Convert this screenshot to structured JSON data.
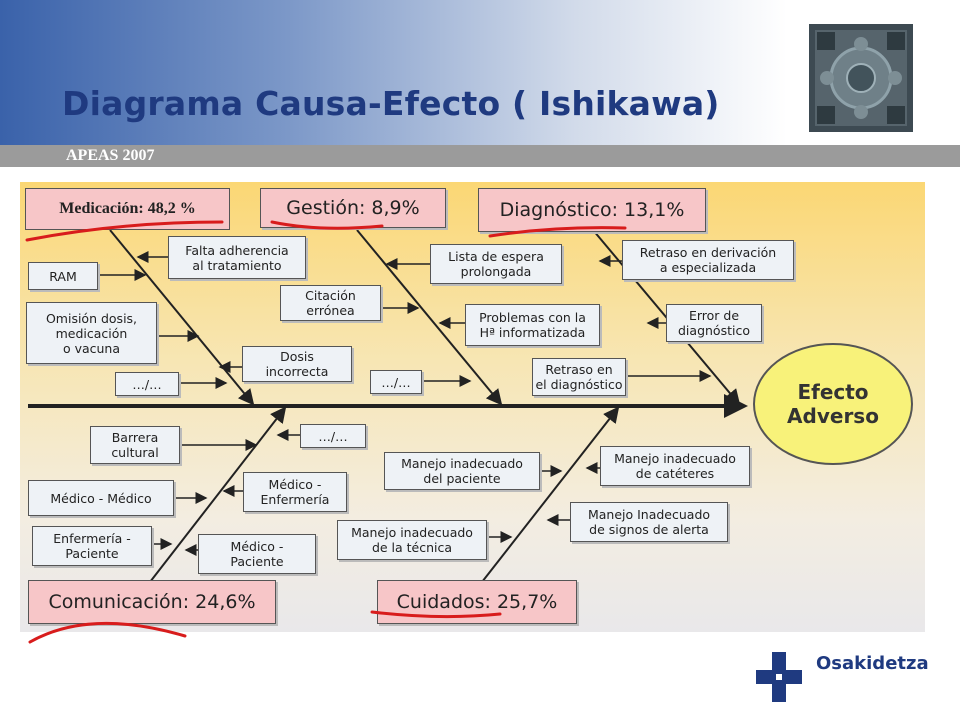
{
  "header": {
    "title": "Diagrama Causa-Efecto ( Ishikawa)",
    "subtitle": "APEAS 2007"
  },
  "medication_label": "Medicación: 48,2 %",
  "categories": {
    "gestion": "Gestión: 8,9%",
    "diagnostico": "Diagnóstico: 13,1%",
    "comunicacion": "Comunicación: 24,6%",
    "cuidados": "Cuidados: 25,7%"
  },
  "causes": {
    "falta_adherencia": "Falta adherencia\nal tratamiento",
    "ram": "RAM",
    "omision_dosis": "Omisión dosis,\nmedicación\no vacuna",
    "dosis_incorrecta": "Dosis\nincorrecta",
    "med_etc": "…/…",
    "lista_espera": "Lista de espera\nprolongada",
    "citacion_erronea": "Citación\nerrónea",
    "problemas_historia": "Problemas con la\nHª informatizada",
    "gestion_etc": "…/…",
    "retraso_derivacion": "Retraso en derivación\na especializada",
    "error_diagnostico": "Error de\ndiagnóstico",
    "retraso_diagnostico": "Retraso en\nel diagnóstico",
    "barrera_cultural": "Barrera\ncultural",
    "medico_medico": "Médico - Médico",
    "enfermeria_paciente": "Enfermería -\nPaciente",
    "medico_enfermeria": "Médico -\nEnfermería",
    "medico_paciente": "Médico -\nPaciente",
    "com_etc": "…/…",
    "manejo_paciente": "Manejo inadecuado\ndel paciente",
    "manejo_tecnica": "Manejo inadecuado\nde la técnica",
    "manejo_cateteres": "Manejo inadecuado\nde catéteres",
    "manejo_alerta": "Manejo Inadecuado\nde signos de alerta"
  },
  "effect": "Efecto\nAdverso",
  "logo": {
    "name": "Osakidetza",
    "color": "#1f3a80"
  },
  "colors": {
    "category_fill": "#f7c6c8",
    "cause_fill": "#eef2f6",
    "effect_fill": "#f8f27a",
    "highlight_stroke": "#d81c1c",
    "title_color": "#1f3a80"
  }
}
